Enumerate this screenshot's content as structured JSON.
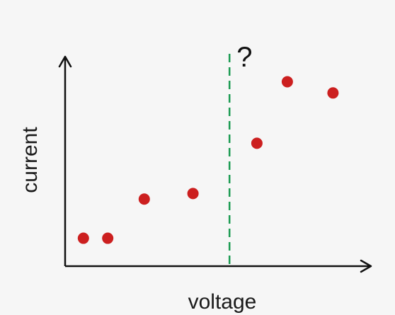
{
  "chart_data": {
    "type": "scatter",
    "xlabel": "voltage",
    "ylabel": "current",
    "annotation": "?",
    "grid": false,
    "legend": "none",
    "xlim": [
      0,
      10
    ],
    "ylim": [
      0,
      7.5
    ],
    "divider_x": 5.4,
    "series": [
      {
        "color": "#cc1f1f",
        "points": [
          {
            "x": 0.6,
            "y": 1.0
          },
          {
            "x": 1.4,
            "y": 1.0
          },
          {
            "x": 2.6,
            "y": 2.4
          },
          {
            "x": 4.2,
            "y": 2.6
          },
          {
            "x": 6.3,
            "y": 4.4
          },
          {
            "x": 7.3,
            "y": 6.6
          },
          {
            "x": 8.8,
            "y": 6.2
          }
        ]
      }
    ],
    "colors": {
      "axis": "#111111",
      "divider": "#1a9a50",
      "points": "#cc1f1f"
    }
  }
}
